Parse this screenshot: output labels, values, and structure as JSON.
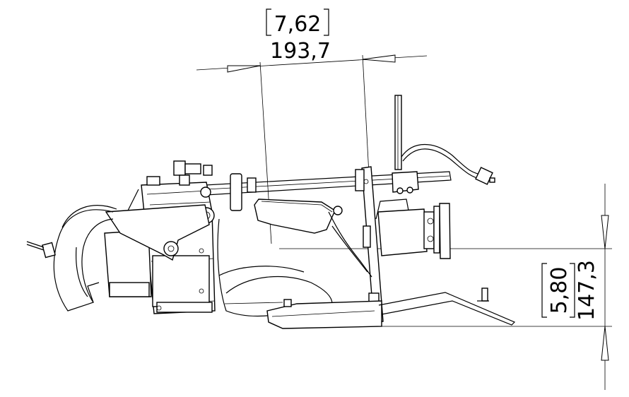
{
  "dimensions": {
    "width": {
      "inches": "7,62",
      "millimeters": "193,7"
    },
    "height": {
      "inches": "5,80",
      "millimeters": "147,3"
    }
  },
  "colors": {
    "line": "#000000",
    "background": "#ffffff"
  }
}
